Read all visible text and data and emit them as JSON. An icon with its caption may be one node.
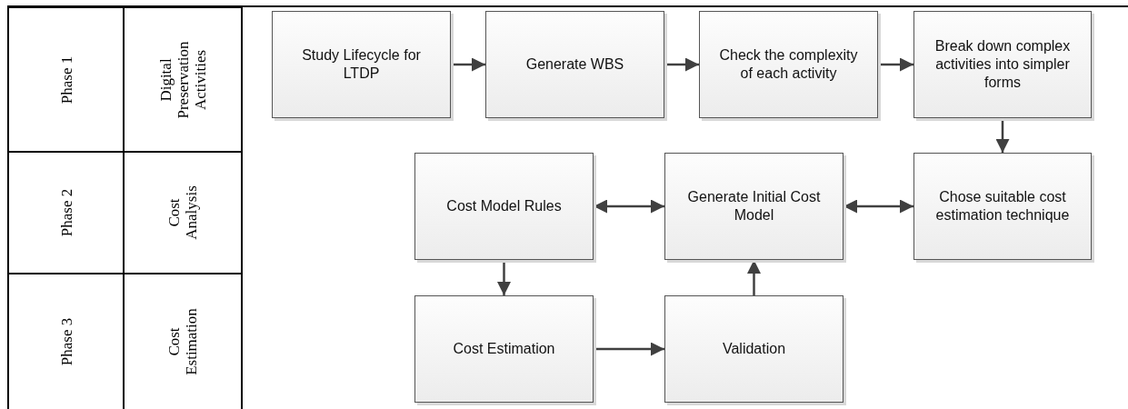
{
  "diagram": {
    "nodes": [
      {
        "text": [
          "Phase 1"
        ]
      },
      {
        "text": [
          "Digital Preservation Activities"
        ]
      },
      {
        "text": [
          "Phase 2"
        ]
      },
      {
        "text": [
          "Cost Analysis"
        ]
      },
      {
        "text": [
          "Phase 3"
        ]
      },
      {
        "text": [
          "Cost Estimation"
        ]
      },
      {
        "text": [
          "Study Lifecycle for LTDP"
        ]
      },
      {
        "text": [
          "Generate WBS"
        ]
      },
      {
        "text": [
          "Check the complexity of each activity"
        ]
      },
      {
        "text": [
          "Break down complex activities into simpler forms"
        ]
      },
      {
        "text": [
          "Cost Model Rules"
        ]
      },
      {
        "text": [
          "Generate Initial Cost Model"
        ]
      },
      {
        "text": [
          "Chose suitable cost estimation technique"
        ]
      },
      {
        "text": [
          "Cost Estimation"
        ]
      },
      {
        "text": [
          "Validation"
        ]
      }
    ],
    "edges": [
      {
        "from": 6,
        "to": 7,
        "arrow": "to"
      },
      {
        "from": 7,
        "to": 8,
        "arrow": "to"
      },
      {
        "from": 8,
        "to": 9,
        "arrow": "to"
      },
      {
        "from": 9,
        "to": 12,
        "arrow": "to"
      },
      {
        "from": 10,
        "to": 11,
        "arrow": "both"
      },
      {
        "from": 11,
        "to": 12,
        "arrow": "both"
      },
      {
        "from": 10,
        "to": 13,
        "arrow": "to"
      },
      {
        "from": 13,
        "to": 14,
        "arrow": "to"
      },
      {
        "from": 14,
        "to": 11,
        "arrow": "to"
      }
    ]
  }
}
